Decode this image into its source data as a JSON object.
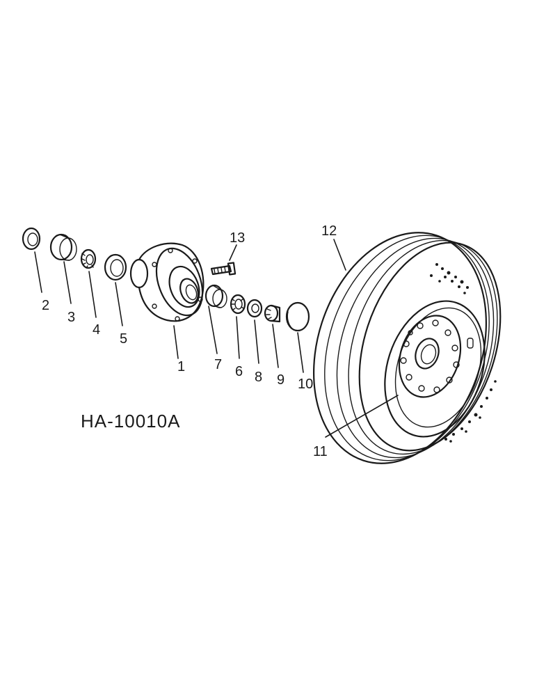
{
  "figure_id": "HA-10010A",
  "callouts": {
    "c1": "1",
    "c2": "2",
    "c3": "3",
    "c4": "4",
    "c5": "5",
    "c6": "6",
    "c7": "7",
    "c8": "8",
    "c9": "9",
    "c10": "10",
    "c11": "11",
    "c12": "12",
    "c13": "13"
  }
}
